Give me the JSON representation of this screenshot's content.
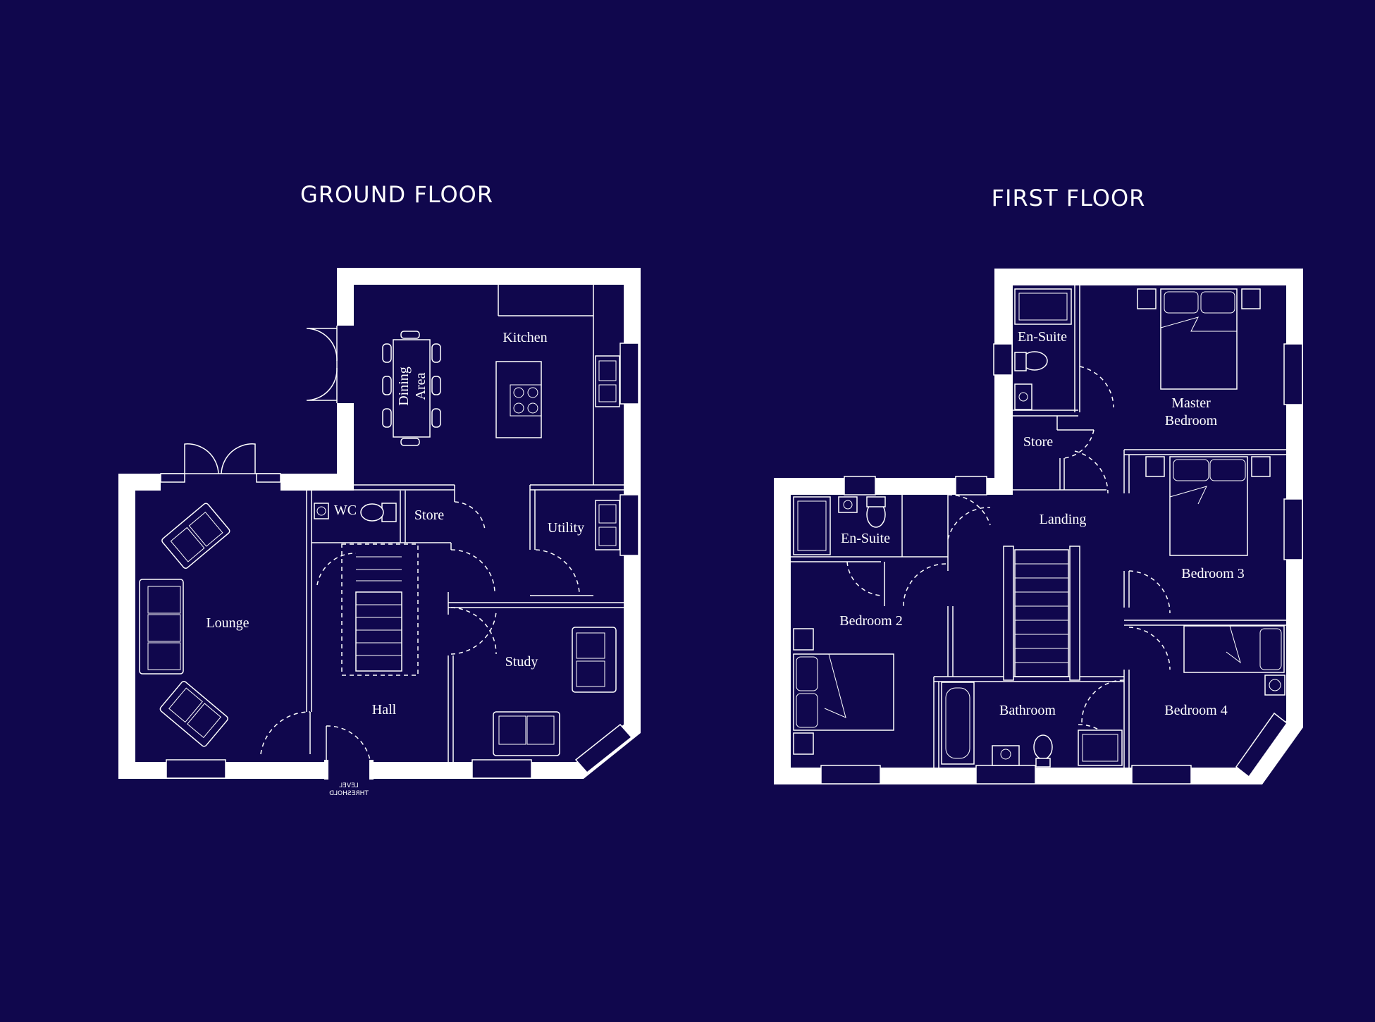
{
  "colors": {
    "background": "#10074d",
    "lines": "#ffffff"
  },
  "ground_floor": {
    "title": "GROUND FLOOR",
    "rooms": {
      "kitchen": "Kitchen",
      "dining_line1": "Dining",
      "dining_line2": "Area",
      "wc": "WC",
      "store": "Store",
      "utility": "Utility",
      "lounge": "Lounge",
      "study": "Study",
      "hall": "Hall"
    },
    "threshold_line1": "LEVEL",
    "threshold_line2": "THRESHOLD"
  },
  "first_floor": {
    "title": "FIRST FLOOR",
    "rooms": {
      "ensuite_master": "En-Suite",
      "master_line1": "Master",
      "master_line2": "Bedroom",
      "store": "Store",
      "landing": "Landing",
      "ensuite_2": "En-Suite",
      "bedroom3": "Bedroom 3",
      "bedroom2": "Bedroom 2",
      "bathroom": "Bathroom",
      "bedroom4": "Bedroom 4"
    }
  }
}
